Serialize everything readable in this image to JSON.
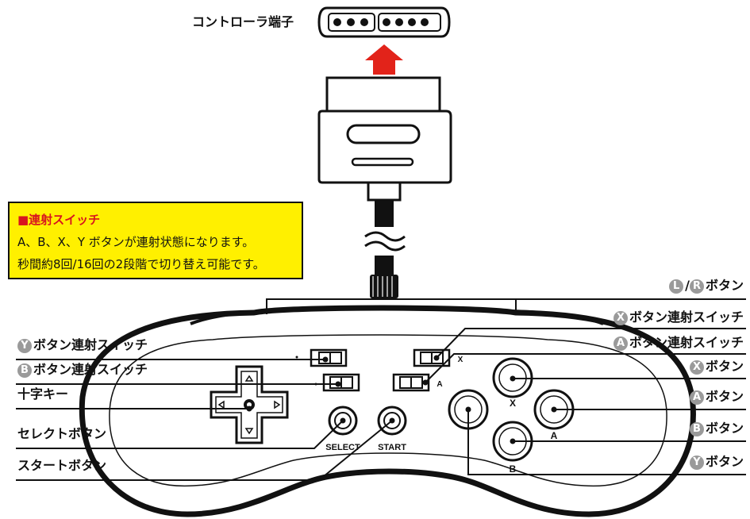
{
  "connector_label": "コントローラ端子",
  "note": {
    "title": "■連射スイッチ",
    "line1": "A、B、X、Y ボタンが連射状態になります。",
    "line2": "秒間約8回/16回の2段階で切り替え可能です。"
  },
  "left_labels": {
    "y_switch": {
      "badge": "Y",
      "text": "ボタン連射スイッチ"
    },
    "b_switch": {
      "badge": "B",
      "text": "ボタン連射スイッチ"
    },
    "dpad": "十字キー",
    "select": "セレクトボタン",
    "start": "スタートボタン"
  },
  "right_labels": {
    "lr": {
      "badge_l": "L",
      "sep": "/",
      "badge_r": "R",
      "text": "ボタン"
    },
    "x_switch": {
      "badge": "X",
      "text": "ボタン連射スイッチ"
    },
    "a_switch": {
      "badge": "A",
      "text": "ボタン連射スイッチ"
    },
    "x_button": {
      "badge": "X",
      "text": "ボタン"
    },
    "a_button": {
      "badge": "A",
      "text": "ボタン"
    },
    "b_button": {
      "badge": "B",
      "text": "ボタン"
    },
    "y_button": {
      "badge": "Y",
      "text": "ボタン"
    }
  },
  "controller_text": {
    "select": "SELECT",
    "start": "START",
    "x": "X",
    "a": "A",
    "b": "B",
    "switch_a": "A",
    "switch_x": "X"
  },
  "colors": {
    "arrow": "#e2231a",
    "note_bg": "#fff000",
    "badge": "#9a9a9a"
  }
}
